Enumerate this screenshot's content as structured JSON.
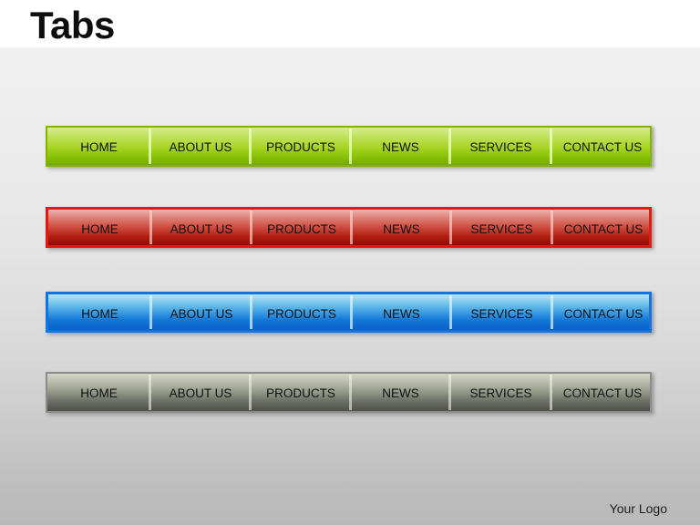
{
  "header": {
    "title": "Tabs"
  },
  "footer": {
    "logo_text": "Your Logo"
  },
  "tab_bars": [
    {
      "id": "green",
      "accent_color": "#a5d421",
      "border_color": "#86b300",
      "tabs": [
        {
          "label": "HOME"
        },
        {
          "label": "ABOUT US"
        },
        {
          "label": "PRODUCTS"
        },
        {
          "label": "NEWS"
        },
        {
          "label": "SERVICES"
        },
        {
          "label": "CONTACT US"
        }
      ]
    },
    {
      "id": "red",
      "accent_color": "#cf4f43",
      "border_color": "#e21b10",
      "tabs": [
        {
          "label": "HOME"
        },
        {
          "label": "ABOUT US"
        },
        {
          "label": "PRODUCTS"
        },
        {
          "label": "NEWS"
        },
        {
          "label": "SERVICES"
        },
        {
          "label": "CONTACT US"
        }
      ]
    },
    {
      "id": "blue",
      "accent_color": "#4cabe4",
      "border_color": "#1473e0",
      "tabs": [
        {
          "label": "HOME"
        },
        {
          "label": "ABOUT US"
        },
        {
          "label": "PRODUCTS"
        },
        {
          "label": "NEWS"
        },
        {
          "label": "SERVICES"
        },
        {
          "label": "CONTACT US"
        }
      ]
    },
    {
      "id": "gray",
      "accent_color": "#9a9e8c",
      "border_color": "#8c8c8c",
      "tabs": [
        {
          "label": "HOME"
        },
        {
          "label": "ABOUT US"
        },
        {
          "label": "PRODUCTS"
        },
        {
          "label": "NEWS"
        },
        {
          "label": "SERVICES"
        },
        {
          "label": "CONTACT US"
        }
      ]
    }
  ]
}
